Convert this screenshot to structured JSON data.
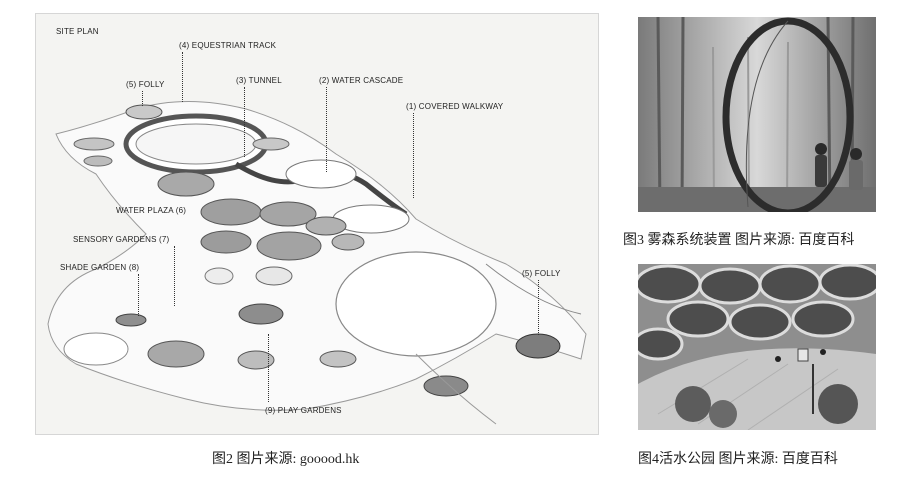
{
  "site_plan": {
    "title": "SITE PLAN",
    "labels": {
      "equestrian": "(4) EQUESTRIAN TRACK",
      "folly_top": "(5) FOLLY",
      "tunnel": "(3) TUNNEL",
      "cascade": "(2) WATER CASCADE",
      "walkway": "(1) COVERED WALKWAY",
      "water_plaza": "WATER PLAZA (6)",
      "sensory": "SENSORY GARDENS (7)",
      "shade": "SHADE GARDEN (8)",
      "folly_right": "(5) FOLLY",
      "play": "(9) PLAY GARDENS"
    }
  },
  "captions": {
    "fig2": "图2 图片来源: gooood.hk",
    "fig3": "图3 雾森系统装置 图片来源: 百度百科",
    "fig4": "图4活水公园 图片来源: 百度百科"
  }
}
